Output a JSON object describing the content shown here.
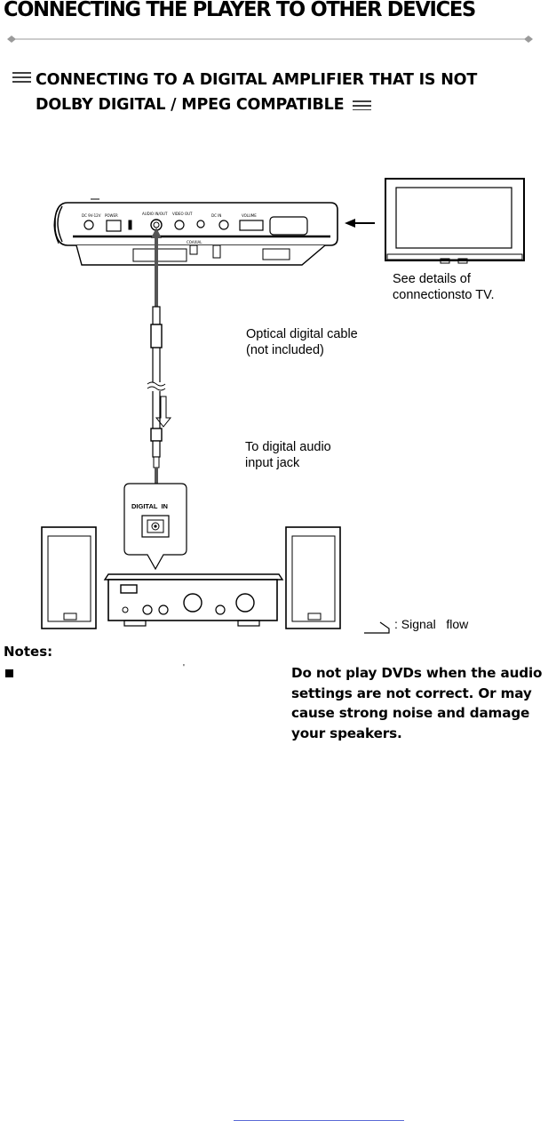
{
  "header": {
    "title": "CONNECTING THE PLAYER TO OTHER DEVICES"
  },
  "section": {
    "heading_line1": "CONNECTING TO A DIGITAL AMPLIFIER THAT IS NOT",
    "heading_line2": "DOLBY DIGITAL / MPEG COMPATIBLE"
  },
  "diagram": {
    "tv_callout_line1": "See details of",
    "tv_callout_line2": "connectionsto TV.",
    "cable_callout_line1": "Optical digital cable",
    "cable_callout_line2": "(not included)",
    "jack_callout_line1": "To digital audio",
    "jack_callout_line2": "input jack",
    "digital_in_label": "DIGITAL  IN",
    "signal_flow_label": ": Signal   flow",
    "player_panel_labels": [
      "DC 9V-12V",
      "AUDIO IN/OUT",
      "VIDEO OUT",
      "DC IN",
      "VOLUME",
      "POWER",
      "COAXIAL"
    ]
  },
  "notes": {
    "label": "Notes:",
    "warning": "Do not play DVDs when the audio settings are not correct. Or may cause strong noise and damage your speakers."
  }
}
